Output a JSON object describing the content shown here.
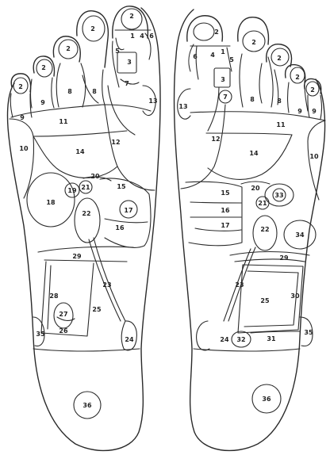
{
  "left_foot_labels": [
    "2",
    "2",
    "1",
    "4",
    "6",
    "5",
    "3",
    "2",
    "2",
    "7",
    "8",
    "8",
    "2",
    "9",
    "9",
    "13",
    "11",
    "12",
    "10",
    "14",
    "20",
    "19",
    "21",
    "15",
    "18",
    "22",
    "17",
    "16",
    "29",
    "23",
    "28",
    "27",
    "25",
    "26",
    "35",
    "24",
    "36"
  ],
  "right_foot_labels": [
    "2",
    "2",
    "6",
    "4",
    "1",
    "5",
    "2",
    "3",
    "2",
    "7",
    "8",
    "8",
    "2",
    "13",
    "9",
    "9",
    "11",
    "14",
    "12",
    "10",
    "15",
    "20",
    "33",
    "16",
    "21",
    "17",
    "22",
    "34",
    "29",
    "23",
    "25",
    "30",
    "35",
    "24",
    "32",
    "31",
    "36"
  ]
}
